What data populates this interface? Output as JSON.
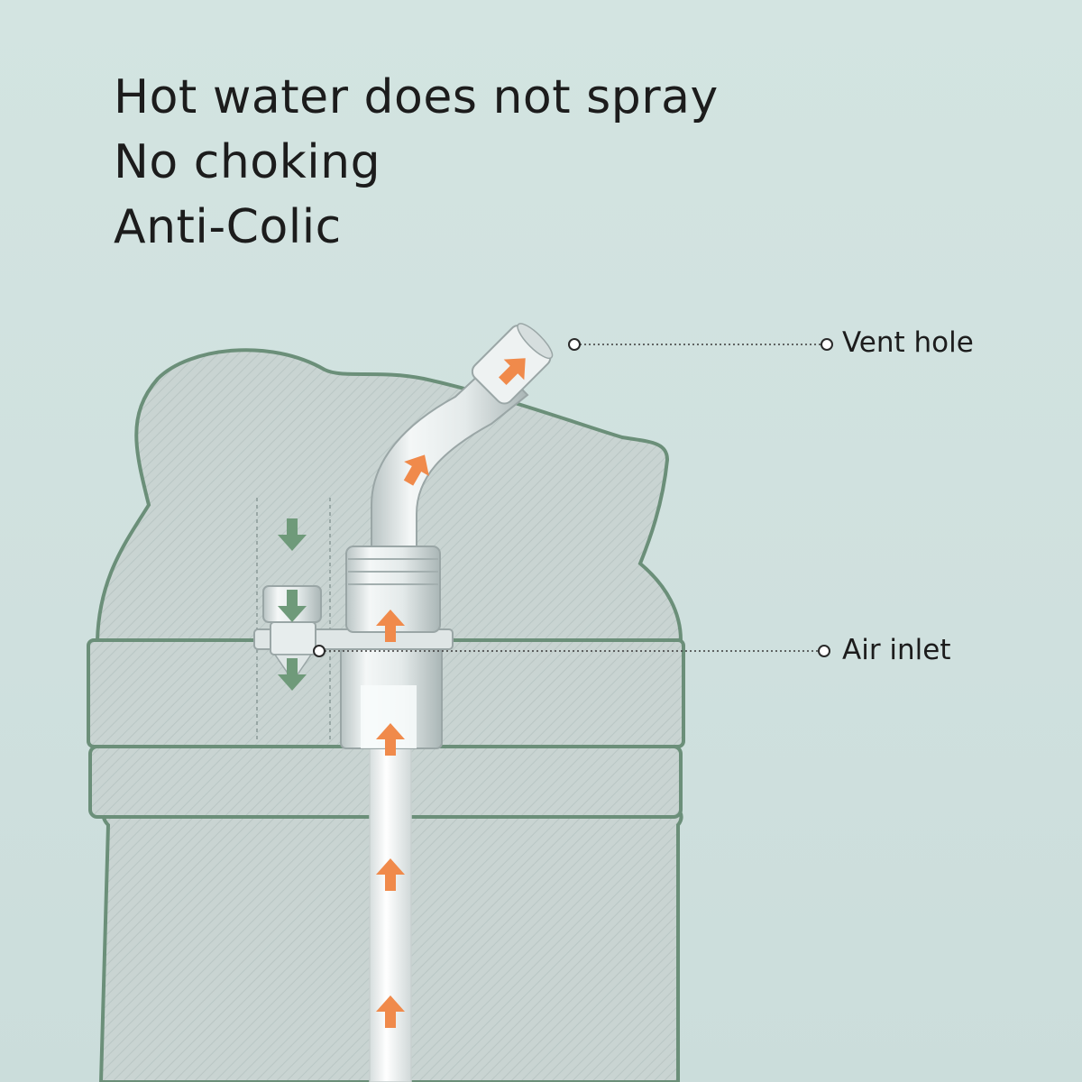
{
  "headline": {
    "line1": "Hot water does not spray",
    "line2": "No choking",
    "line3": "Anti-Colic"
  },
  "callouts": {
    "vent_hole": "Vent hole",
    "air_inlet": "Air inlet"
  },
  "colors": {
    "background": "#d0e2df",
    "bottle_outline": "#6b8f79",
    "bottle_fill": "#c8d5d3",
    "arrow_orange": "#f08a4b",
    "arrow_green": "#6f9a7a",
    "tube_clear": "#e9eeee",
    "text": "#1c1c1c"
  },
  "icons": {
    "flow_up": "orange-up-arrow-icon",
    "air_down": "green-down-arrow-icon",
    "callout_marker": "hollow-circle-marker-icon"
  }
}
